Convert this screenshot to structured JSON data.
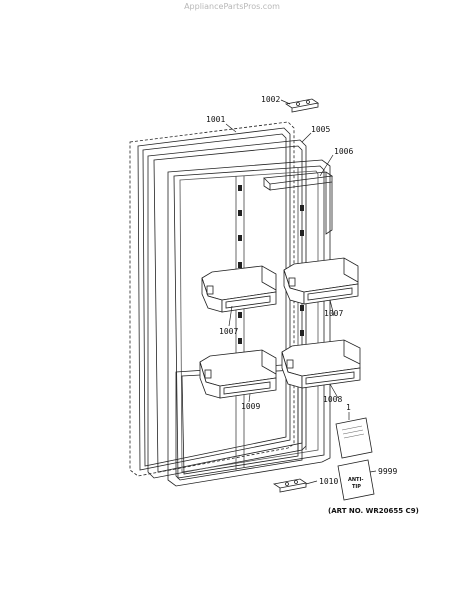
{
  "watermark": "AppliancePartsPros.com",
  "labels": {
    "p1002": "1002",
    "p1001": "1001",
    "p1005": "1005",
    "p1006": "1006",
    "p1007a": "1007",
    "p1007b": "1007",
    "p1009": "1009",
    "p1008": "1008",
    "p1": "1",
    "p9999": "9999",
    "p1010": "1010"
  },
  "anti_tip": [
    "ANTI-",
    "TIP"
  ],
  "art_no": "(ART NO. WR20655 C9)"
}
